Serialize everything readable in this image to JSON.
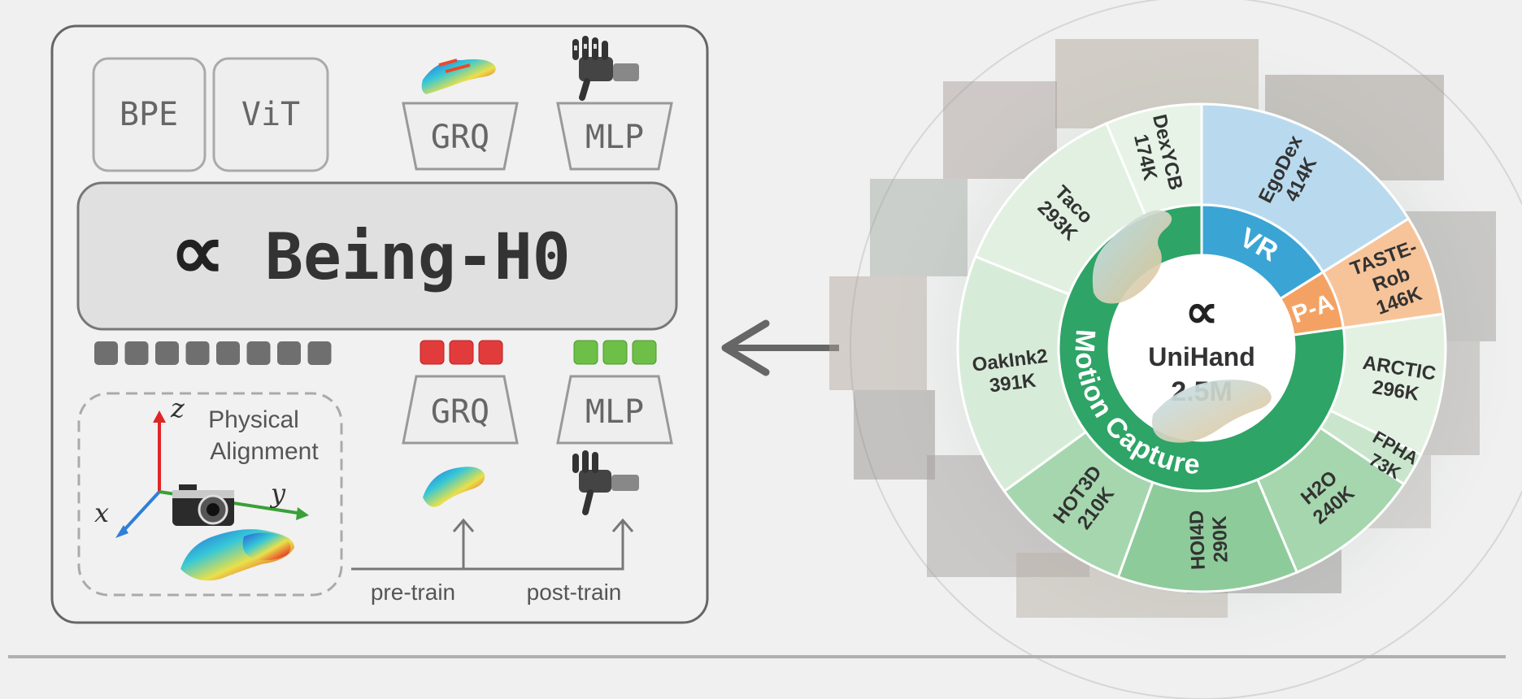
{
  "left_panel": {
    "boxes": {
      "bpe": "BPE",
      "vit": "ViT",
      "grq_top": "GRQ",
      "mlp_top": "MLP",
      "grq_bottom": "GRQ",
      "mlp_bottom": "MLP"
    },
    "model": {
      "symbol": "∝",
      "name": "Being-H0"
    },
    "alignment": {
      "line1": "Physical",
      "line2": "Alignment",
      "axis_z": "z",
      "axis_y": "y",
      "axis_x": "x"
    },
    "stages": {
      "pretrain": "pre-train",
      "posttrain": "post-train"
    },
    "token_counts": {
      "gray": 8,
      "red": 3,
      "green": 3
    }
  },
  "dataset_wheel": {
    "center": {
      "symbol": "∝",
      "name": "UniHand",
      "size": "2.5M"
    },
    "sources": [
      {
        "label": "VR",
        "color": "#3aa5d4"
      },
      {
        "label": "P-A",
        "color": "#f4a263"
      },
      {
        "label": "Motion Capture",
        "color": "#2ea466"
      }
    ],
    "datasets": [
      {
        "name": "EgoDex",
        "count": "414K"
      },
      {
        "name": "TASTE-\nRob",
        "count": "146K"
      },
      {
        "name": "ARCTIC",
        "count": "296K"
      },
      {
        "name": "FPHA",
        "count": "73K"
      },
      {
        "name": "H2O",
        "count": "240K"
      },
      {
        "name": "HOI4D",
        "count": "290K"
      },
      {
        "name": "HOT3D",
        "count": "210K"
      },
      {
        "name": "OakInk2",
        "count": "391K"
      },
      {
        "name": "Taco",
        "count": "293K"
      },
      {
        "name": "DexYCB",
        "count": "174K"
      }
    ]
  }
}
